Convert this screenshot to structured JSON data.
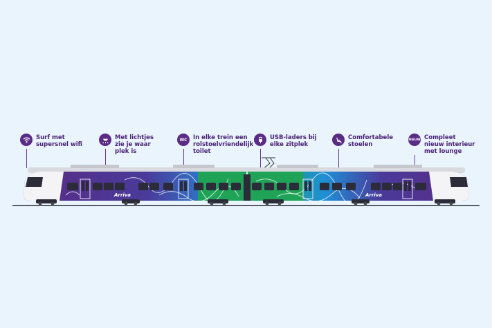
{
  "features": [
    {
      "id": "wifi",
      "icon": "wifi-icon",
      "label": "Surf met\nsupersnel wifi"
    },
    {
      "id": "lights",
      "icon": "ceiling-light-icon",
      "label": "Met lichtjes\nzie je waar\nplek is"
    },
    {
      "id": "wc",
      "icon": "wc-icon",
      "icon_text": "WC",
      "label": "In elke trein een\nrolstoelvriendelijk\ntoilet"
    },
    {
      "id": "usb",
      "icon": "usb-icon",
      "label": "USB-laders bij\nelke zitplek"
    },
    {
      "id": "seats",
      "icon": "seat-icon",
      "label": "Comfortabele\nstoelen"
    },
    {
      "id": "interior",
      "icon": "new-badge-icon",
      "icon_text": "NIEUW",
      "label": "Compleet\nnieuw interieur\nmet lounge"
    }
  ],
  "train": {
    "brand": "Arriva",
    "colors": {
      "purple": "#5a2b84",
      "blue": "#1f8fd6",
      "green": "#1fa356",
      "white": "#f4f4f6",
      "roof": "#d9dadf"
    }
  }
}
